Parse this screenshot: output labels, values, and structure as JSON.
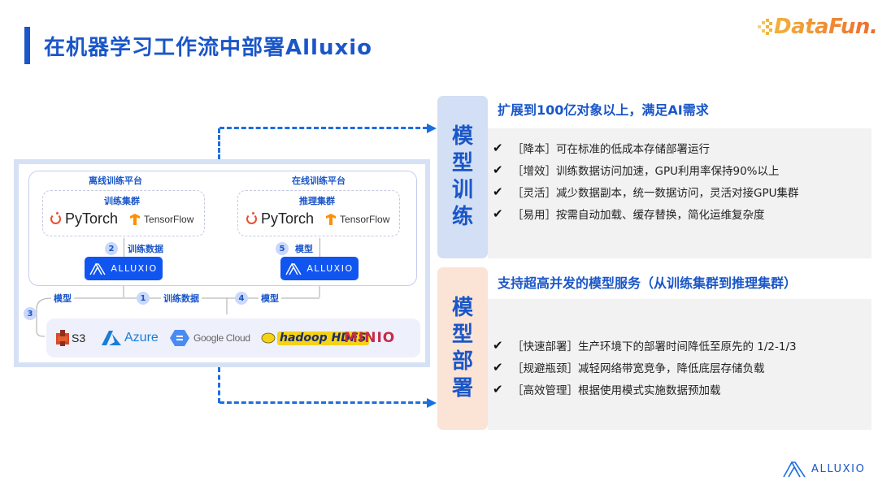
{
  "header": {
    "title": "在机器学习工作流中部署Alluxio",
    "brand_logo": "DataFun."
  },
  "diagram": {
    "offline_platform": {
      "title": "离线训练平台",
      "cluster_title": "训练集群",
      "frameworks": [
        "PyTorch",
        "TensorFlow"
      ],
      "alluxio_label": "ALLUXIO"
    },
    "online_platform": {
      "title": "在线训练平台",
      "cluster_title": "推理集群",
      "frameworks": [
        "PyTorch",
        "TensorFlow"
      ],
      "alluxio_label": "ALLUXIO"
    },
    "steps": [
      {
        "num": "1",
        "label": "训练数据"
      },
      {
        "num": "2",
        "label": "训练数据"
      },
      {
        "num": "3",
        "label": "模型"
      },
      {
        "num": "4",
        "label": "模型"
      },
      {
        "num": "5",
        "label": "模型"
      }
    ],
    "storage": [
      "S3",
      "Azure",
      "Google Cloud",
      "hadoop HDFS",
      "MINIO"
    ]
  },
  "training": {
    "tag": [
      "模",
      "型",
      "训",
      "练"
    ],
    "heading": "扩展到100亿对象以上，满足AI需求",
    "bullets": [
      "［降本］可在标准的低成本存储部署运行",
      "［增效］训练数据访问加速，GPU利用率保持90%以上",
      "［灵活］减少数据副本，统一数据访问，灵活对接GPU集群",
      "［易用］按需自动加载、缓存替换，简化运维复杂度"
    ]
  },
  "deployment": {
    "tag": [
      "模",
      "型",
      "部",
      "署"
    ],
    "heading": "支持超高并发的模型服务（从训练集群到推理集群）",
    "bullets": [
      "［快速部署］生产环境下的部署时间降低至原先的 1/2-1/3",
      "［规避瓶颈］减轻网络带宽竞争，降低底层存储负载",
      "［高效管理］根据使用模式实施数据预加载"
    ]
  },
  "check_glyph": "✔",
  "footer": {
    "brand": "ALLUXIO"
  },
  "colors": {
    "primary_blue": "#1a56c8",
    "alluxio_blue": "#1155f0",
    "train_tag_bg": "#d2dff5",
    "deploy_tag_bg": "#fbe3d6",
    "panel_bg": "#f2f2f2"
  }
}
